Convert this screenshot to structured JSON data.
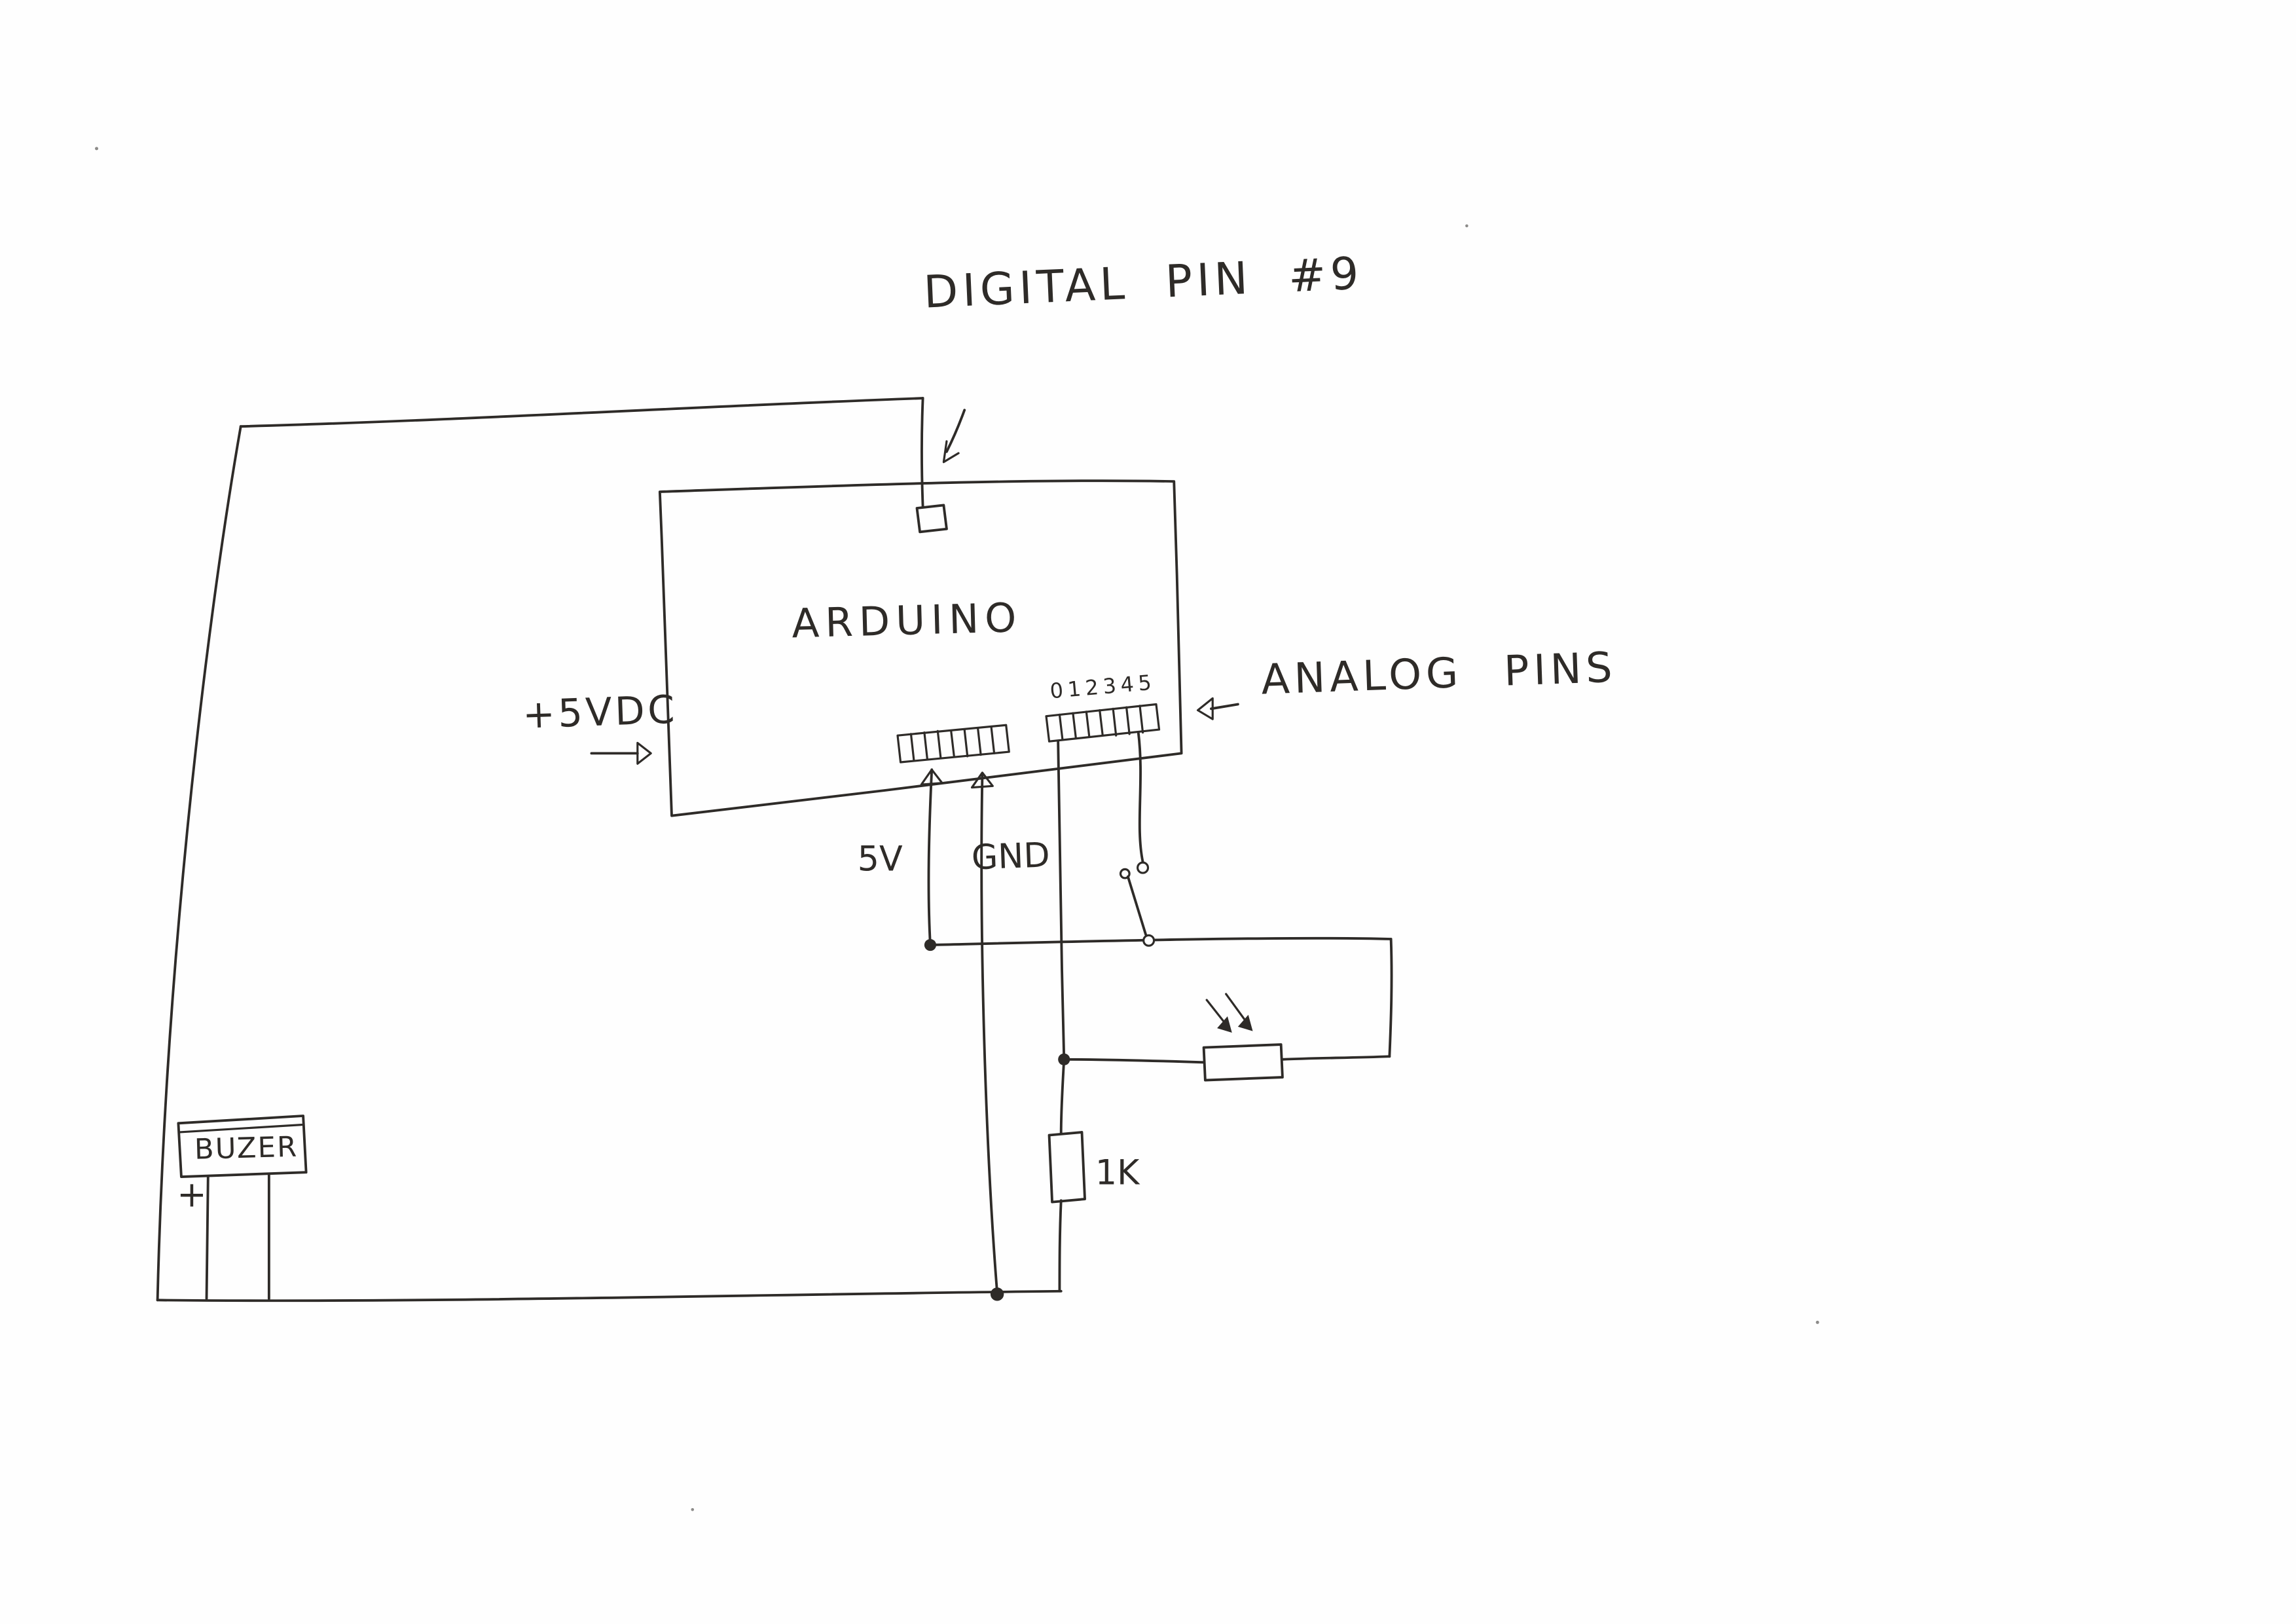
{
  "sketch": {
    "labels": {
      "digital_pin9": "DIGITAL PIN #9",
      "arduino": "ARDUINO",
      "supply": "+5VDC",
      "analog_pins": "ANALOG PINS",
      "analog_pin_numbers": "012345",
      "five_volts": "5V",
      "ground": "GND",
      "buzzer": "BUZER",
      "buzzer_polarity": "+",
      "resistor_value": "1K"
    },
    "colors": {
      "ink": "#2e2b28",
      "paper": "#fefefe"
    }
  }
}
